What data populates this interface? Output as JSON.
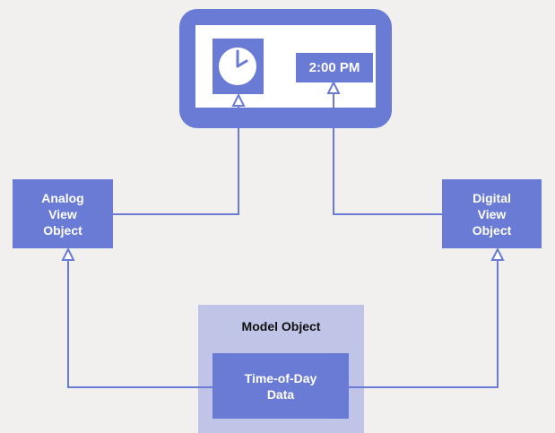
{
  "display": {
    "digital_time": "2:00 PM",
    "analog_icon": "clock-icon"
  },
  "analog_view": {
    "label": "Analog\nView\nObject"
  },
  "digital_view": {
    "label": "Digital\nView\nObject"
  },
  "model": {
    "title": "Model Object",
    "data_label": "Time-of-Day\nData"
  },
  "colors": {
    "accent": "#6a7bd6",
    "model_bg": "#c0c4e6",
    "background": "#f1f0ee"
  }
}
